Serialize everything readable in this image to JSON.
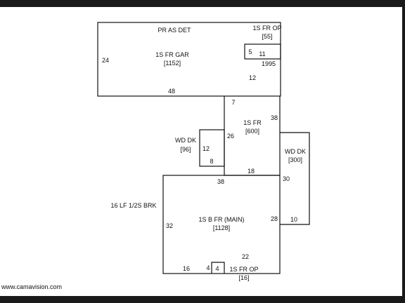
{
  "areas": {
    "garage": {
      "name": "PR AS DET",
      "label": "1S FR GAR",
      "area": "[1152]"
    },
    "open_porch_top": {
      "label": "1S FR OP",
      "area": "[55]"
    },
    "frame_600": {
      "label": "1S FR",
      "area": "[600]"
    },
    "deck_96": {
      "label": "WD DK",
      "area": "[96]"
    },
    "deck_300": {
      "label": "WD DK",
      "area": "[300]"
    },
    "main": {
      "label": "1S B FR (MAIN)",
      "area": "[1128]"
    },
    "open_porch_bottom": {
      "label": "1S FR OP",
      "area": "[16]"
    }
  },
  "note": "16 LF 1/2S BRK",
  "dimensions": {
    "garage_left": "24",
    "garage_bottom": "48",
    "porch_left": "5",
    "porch_top": "11",
    "year": "1995",
    "porch_right": "12",
    "frame_top": "7",
    "frame_right": "38",
    "frame_left": "26",
    "frame_bottom": "18",
    "deck96_right": "12",
    "deck96_bottom": "8",
    "main_top": "38",
    "main_right_top": "30",
    "main_right": "28",
    "deck300_bottom": "10",
    "main_left": "32",
    "main_bottom": "22",
    "main_bottom_left": "16",
    "porch16_left": "4",
    "porch16_right": "4"
  },
  "footer": "www.camavision.com",
  "colors": {
    "background": "#1a1a1a",
    "sheet": "#ffffff",
    "ink": "#111111"
  }
}
